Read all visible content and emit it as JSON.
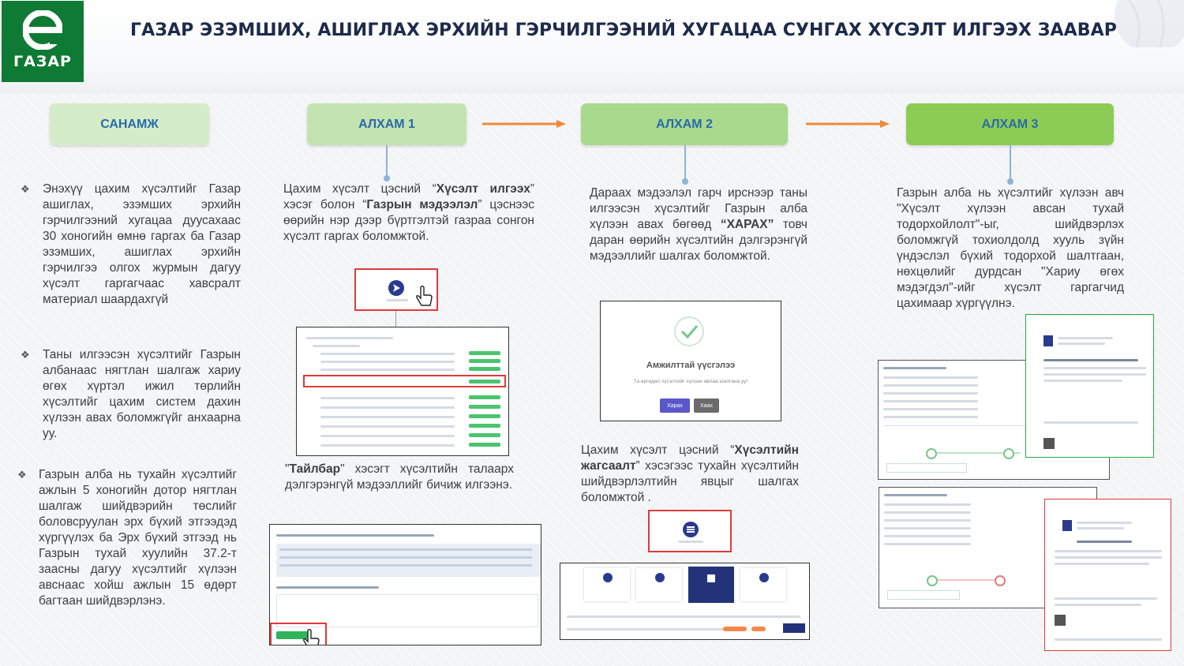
{
  "header": {
    "logo_text": "ГАЗАР",
    "title": "ГАЗАР ЭЗЭМШИХ, АШИГЛАХ ЭРХИЙН ГЭРЧИЛГЭЭНИЙ ХУГАЦАА СУНГАХ ХҮСЭЛТ ИЛГЭЭХ ЗААВАР"
  },
  "steps": {
    "note": "САНАМЖ",
    "step1": "АЛХАМ 1",
    "step2": "АЛХАМ 2",
    "step3": "АЛХАМ 3"
  },
  "colors": {
    "logo_green": "#0f7a34",
    "arrow_orange": "#ef8a3a",
    "highlight_red": "#e03a3a",
    "pill_text_blue": "#2a6aa8"
  },
  "note_column": {
    "bullet_symbol": "❖",
    "items": [
      "Энэхүү цахим хүсэлтийг Газар ашиглах, эзэмших эрхийн гэрчилгээний хугацаа дуусахаас 30 хоногийн өмнө гаргах ба Газар эзэмших, ашиглах эрхийн гэрчилгээ олгох журмын дагуу хүсэлт гаргагчаас хавсралт материал шаардахгүй",
      "Таны илгээсэн хүсэлтийг Газрын албанаас нягтлан шалгаж хариу өгөх хүртэл ижил төрлийн хүсэлтийг цахим систем дахин хүлээн авах боломжгүйг анхаарна уу.",
      "Газрын алба нь тухайн хүсэлтийг ажлын 5 хоногийн дотор нягтлан шалгаж шийдвэрийн төслийг боловсруулан эрх бүхий этгээдэд хүргүүлэх ба Эрх бүхий этгээд нь Газрын тухай хуулийн 37.2-т заасны дагуу хүсэлтийг хүлээн авснаас хойш ажлын 15 өдөрт багтаан шийдвэрлэнэ."
    ]
  },
  "step1_col": {
    "text_a_1": "Цахим хүсэлт цэсний “",
    "text_a_b1": "Хүсэлт илгээх",
    "text_a_2": "” хэсэг болон “",
    "text_a_b2": "Газрын мэдээлэл",
    "text_a_3": "” цэснээс өөрийн нэр дээр бүртгэлтэй газраа сонгон хүсэлт гаргах боломжтой.",
    "text_b_1": "\"",
    "text_b_b": "Тайлбар",
    "text_b_2": "\" хэсэгт хүсэлтийн талаарх дэлгэрэнгүй мэдээллийг бичиж илгээнэ."
  },
  "step2_col": {
    "text_a_1": "Дараах мэдээлэл гарч ирснээр таны илгээсэн хүсэлтийг Газрын алба хүлээн авах бөгөөд ",
    "text_a_b": "“ХАРАХ”",
    "text_a_2": " товч дарaн өөрийн хүсэлтийн дэлгэрэнгүй мэдээллийг шалгах боломжтой.",
    "success_title": "Амжилттай үүсгэлээ",
    "success_sub": "Та өргөдөл хүсэлтийг хүлээн авлаа шалгана уу!",
    "btn_view": "Харах",
    "btn_close": "Хаах",
    "text_b_1": "Цахим хүсэлт цэсний “",
    "text_b_b1": "Хүсэлтийн жагсаалт",
    "text_b_2": "” хэсэгээс тухайн хүсэлтийн шийдвэрлэлтийн явцыг шалгах боломжтой ."
  },
  "step3_col": {
    "text": "Газрын алба нь хүсэлтийг хүлээн авч \"Хүсэлт хүлээн авсан тухай тодорхойлолт\"-ыг, шийдвэрлэх боломжгүй тохиолдолд хууль зүйн үндэслэл бүхий тодорхой шалтгаан, нөхцөлийг дурдсан \"Хариу өгөх мэдэгдэл\"-ийг хүсэлт гаргагчид цахимаар хүргүүлнэ."
  }
}
